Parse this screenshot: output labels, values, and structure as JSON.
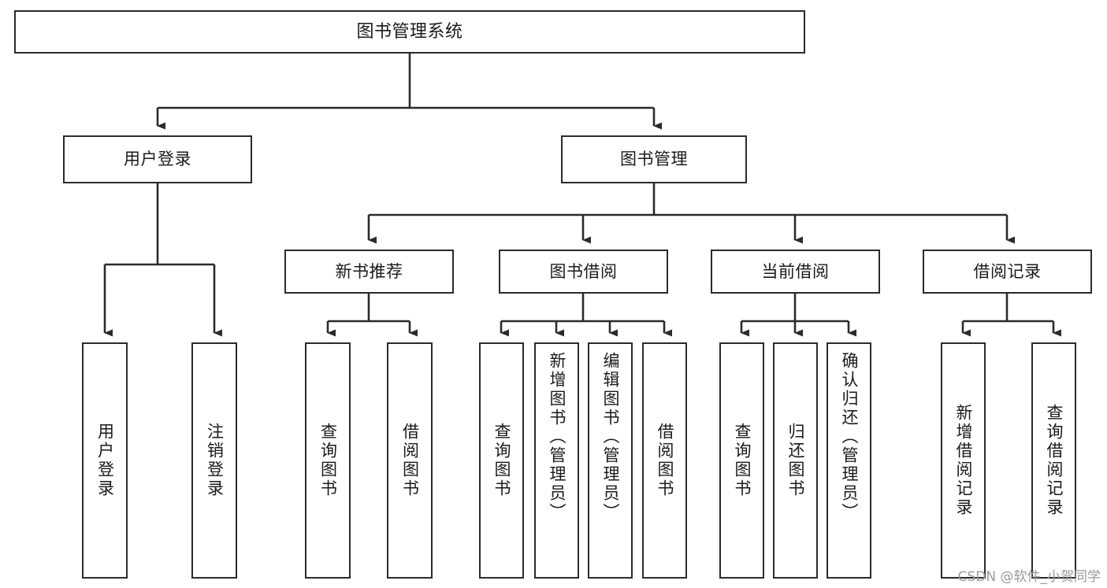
{
  "diagram": {
    "title": "图书管理系统",
    "type": "tree-hierarchy-diagram",
    "colors": {
      "box_border": "#2b2b2b",
      "box_fill": "#ffffff",
      "connector": "#2b2b2b",
      "text": "#1a1a1a",
      "watermark": "#9a9a9a"
    },
    "root": {
      "label": "图书管理系统"
    },
    "level2": [
      {
        "label": "用户登录"
      },
      {
        "label": "图书管理"
      }
    ],
    "level3": [
      {
        "label": "新书推荐"
      },
      {
        "label": "图书借阅"
      },
      {
        "label": "当前借阅"
      },
      {
        "label": "借阅记录"
      }
    ],
    "leaves": {
      "user_login": [
        {
          "label": "用户登录"
        },
        {
          "label": "注销登录"
        }
      ],
      "new_book_recommend": [
        {
          "label": "查询图书"
        },
        {
          "label": "借阅图书"
        }
      ],
      "book_borrow": [
        {
          "label": "查询图书"
        },
        {
          "label": "新增图书（管理员）"
        },
        {
          "label": "编辑图书（管理员）"
        },
        {
          "label": "借阅图书"
        }
      ],
      "current_borrow": [
        {
          "label": "查询图书"
        },
        {
          "label": "归还图书"
        },
        {
          "label": "确认归还（管理员）"
        }
      ],
      "borrow_record": [
        {
          "label": "新增借阅记录"
        },
        {
          "label": "查询借阅记录"
        }
      ]
    }
  },
  "watermark": {
    "text": "CSDN @软件_小贺同学"
  }
}
